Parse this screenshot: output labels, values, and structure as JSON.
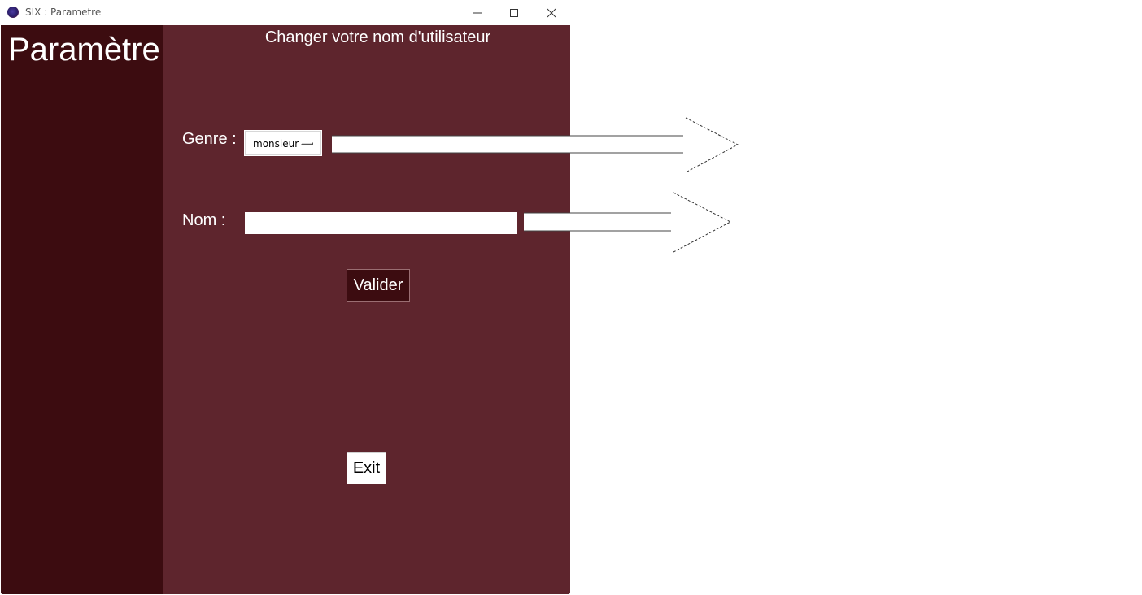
{
  "window": {
    "title": "SIX : Parametre",
    "controls": {
      "minimize": "minimize-icon",
      "maximize": "maximize-icon",
      "close": "close-icon"
    }
  },
  "sidebar": {
    "title": "Paramètre"
  },
  "main": {
    "heading": "Changer votre nom d'utilisateur",
    "genre": {
      "label": "Genre :",
      "selected": "monsieur"
    },
    "nom": {
      "label": "Nom :",
      "value": ""
    },
    "validate_label": "Valider",
    "exit_label": "Exit"
  },
  "colors": {
    "sidebar_bg": "#3c0c10",
    "main_bg": "#5e252d",
    "text": "#ffffff"
  }
}
